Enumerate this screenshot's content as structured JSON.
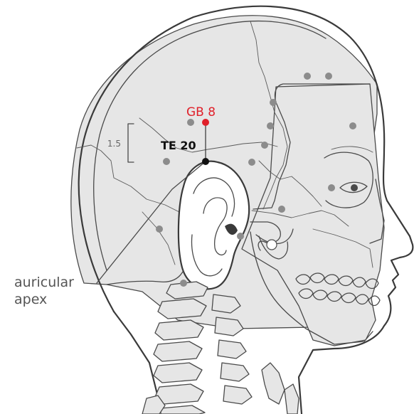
{
  "figure": {
    "points": {
      "gb8": {
        "label": "GB 8",
        "color": "#e0202a"
      },
      "te20": {
        "label": "TE 20",
        "color": "#111111"
      }
    },
    "measurement": {
      "label": "1.5"
    },
    "callout": {
      "line1": "auricular",
      "line2": "apex"
    },
    "colors": {
      "bone": "#e6e6e6",
      "outline": "#4a4a4a",
      "reference_dot": "#8c8c8c"
    }
  }
}
